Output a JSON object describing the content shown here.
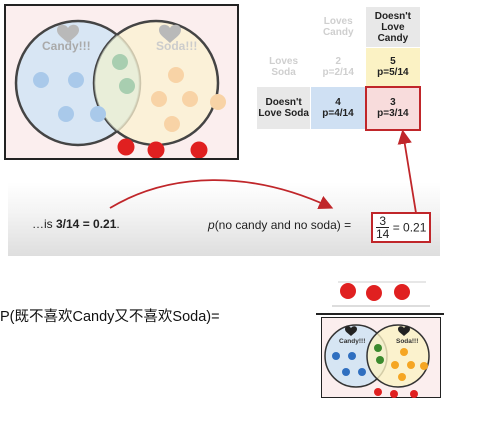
{
  "venn_top": {
    "left_label": "Candy!!!",
    "right_label": "Soda!!!",
    "heart_icon": "heart-icon",
    "colors": {
      "candy": "#5b9bd5",
      "soda": "#f5a623",
      "both": "#3a8a2e",
      "neither": "#e02020",
      "panel_bg": "#fbeeee",
      "accent_red": "#c0262a"
    }
  },
  "prob_table": {
    "col_headers": [
      "Loves Candy",
      "Doesn't Love Candy"
    ],
    "row_headers": [
      "Loves Soda",
      "Doesn't Love Soda"
    ],
    "cells": [
      [
        {
          "count": "2",
          "p": "p=2/14"
        },
        {
          "count": "5",
          "p": "p=5/14"
        }
      ],
      [
        {
          "count": "4",
          "p": "p=4/14"
        },
        {
          "count": "3",
          "p": "p=3/14"
        }
      ]
    ]
  },
  "banner": {
    "left_prefix": "…is ",
    "left_value": "3/14 = 0.21",
    "left_suffix": ".",
    "p_letter": "p",
    "p_expr": "(no candy and no soda) = ",
    "frac_num": "3",
    "frac_den": "14",
    "result": " = 0.21"
  },
  "formula": {
    "text": "P(既不喜欢Candy又不喜欢Soda)="
  },
  "venn_small": {
    "left_label": "Candy!!!",
    "right_label": "Soda!!!"
  }
}
